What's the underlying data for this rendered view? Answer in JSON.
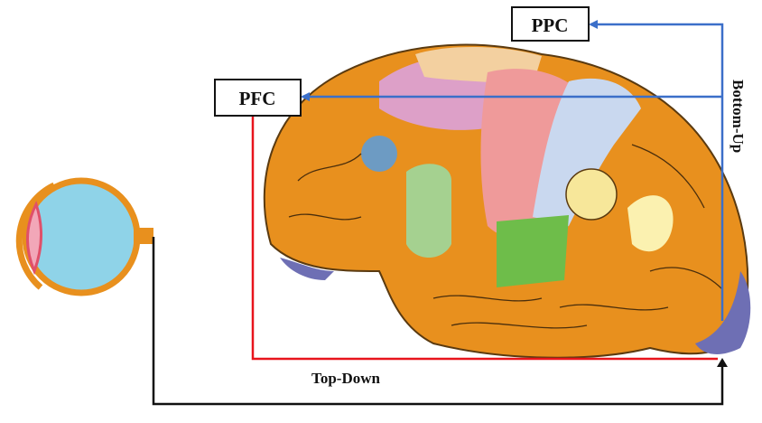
{
  "labels": {
    "ppc": "PPC",
    "pfc": "PFC",
    "bottom_up": "Bottom-Up",
    "top_down": "Top-Down"
  },
  "colors": {
    "bottom_up_line": "#3b6fc9",
    "top_down_line": "#e8141c",
    "visual_input_line": "#111111",
    "brain": "#e8901e",
    "eye": "#8fd3e8"
  }
}
